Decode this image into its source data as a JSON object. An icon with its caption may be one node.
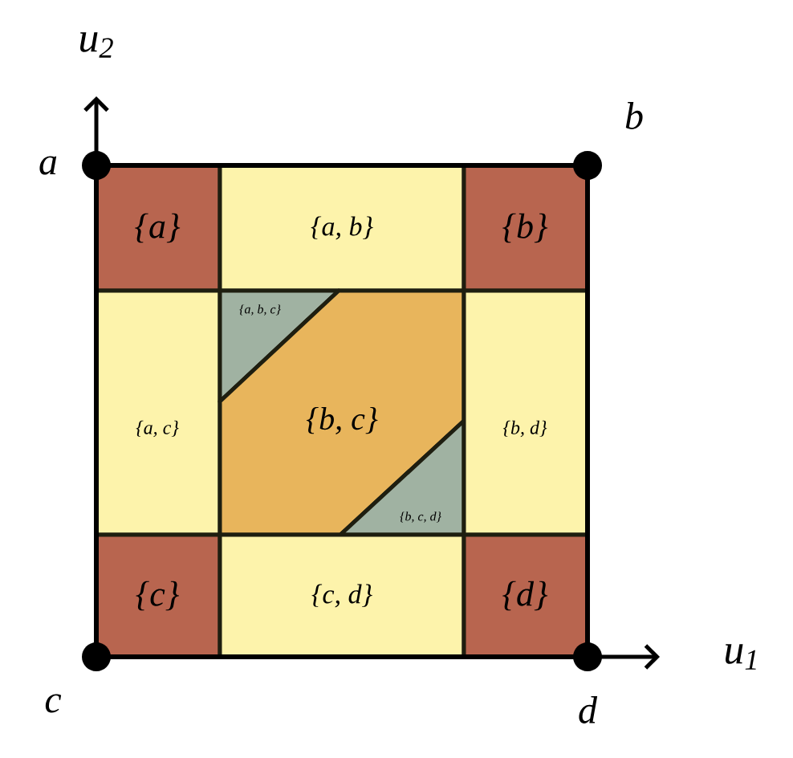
{
  "diagram": {
    "nodes": [
      {
        "text": [
          "{a}"
        ]
      },
      {
        "text": [
          "{a, b}"
        ]
      },
      {
        "text": [
          "{b}"
        ]
      },
      {
        "text": [
          "{a, c}"
        ]
      },
      {
        "text": [
          "{a, b, c}"
        ]
      },
      {
        "text": [
          "{b, c}"
        ]
      },
      {
        "text": [
          "{b, c, d}"
        ]
      },
      {
        "text": [
          "{b, d}"
        ]
      },
      {
        "text": [
          "{c}"
        ]
      },
      {
        "text": [
          "{c, d}"
        ]
      },
      {
        "text": [
          "{d}"
        ]
      }
    ],
    "labels": [
      "u$_{2}$",
      "b",
      "a",
      "c",
      "u$_{1}$",
      "d"
    ]
  }
}
